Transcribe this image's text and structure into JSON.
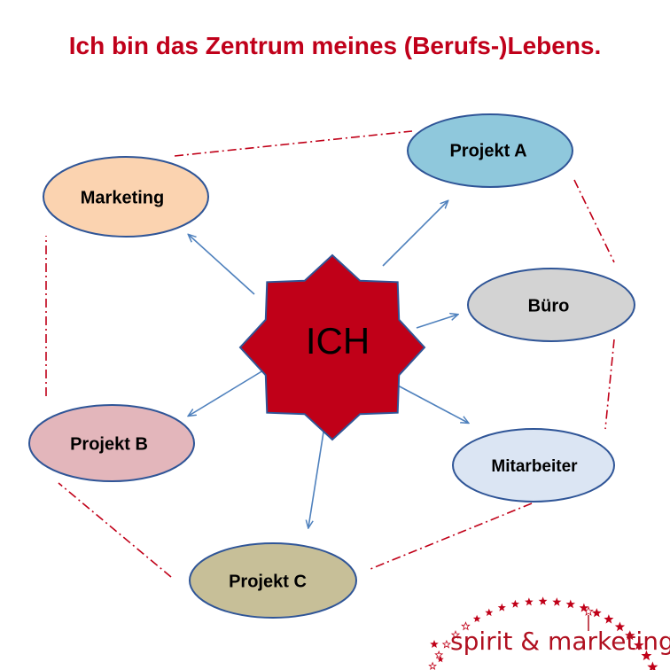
{
  "title": "Ich bin das Zentrum meines (Berufs-)Lebens.",
  "center": {
    "label": "ICH",
    "fill": "#c00018"
  },
  "nodes": [
    {
      "id": "marketing",
      "label": "Marketing",
      "fill": "#fbd3b0"
    },
    {
      "id": "projekt-a",
      "label": "Projekt A",
      "fill": "#8fc8dc"
    },
    {
      "id": "buero",
      "label": "Büro",
      "fill": "#d3d3d3"
    },
    {
      "id": "mitarbeiter",
      "label": "Mitarbeiter",
      "fill": "#dbe5f3"
    },
    {
      "id": "projekt-c",
      "label": "Projekt C",
      "fill": "#c7bf98"
    },
    {
      "id": "projekt-b",
      "label": "Projekt B",
      "fill": "#e3b6bb"
    }
  ],
  "colors": {
    "outline": "#2f5597",
    "arrow": "#4f81bd",
    "dashed_link": "#c00018"
  },
  "logo": {
    "text": "spirit & marketing",
    "star_color": "#c00018"
  }
}
